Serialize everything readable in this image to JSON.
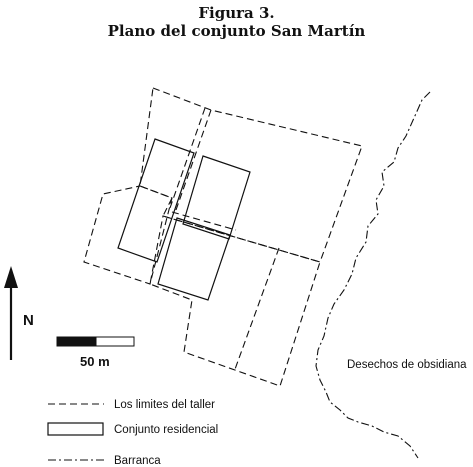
{
  "figure": {
    "title": "Figura 3.",
    "subtitle": "Plano del conjunto San Martín"
  },
  "map": {
    "north_label": "N",
    "scale_label": "50 m",
    "annotation": "Desechos de obsidiana"
  },
  "legend": {
    "items": [
      {
        "label": "Los limites del taller",
        "symbol": "dashed-line"
      },
      {
        "label": "Conjunto residencial",
        "symbol": "rectangle"
      },
      {
        "label": "Barranca",
        "symbol": "dash-dot-line"
      }
    ]
  },
  "colors": {
    "ink": "#111111",
    "background": "#ffffff"
  }
}
